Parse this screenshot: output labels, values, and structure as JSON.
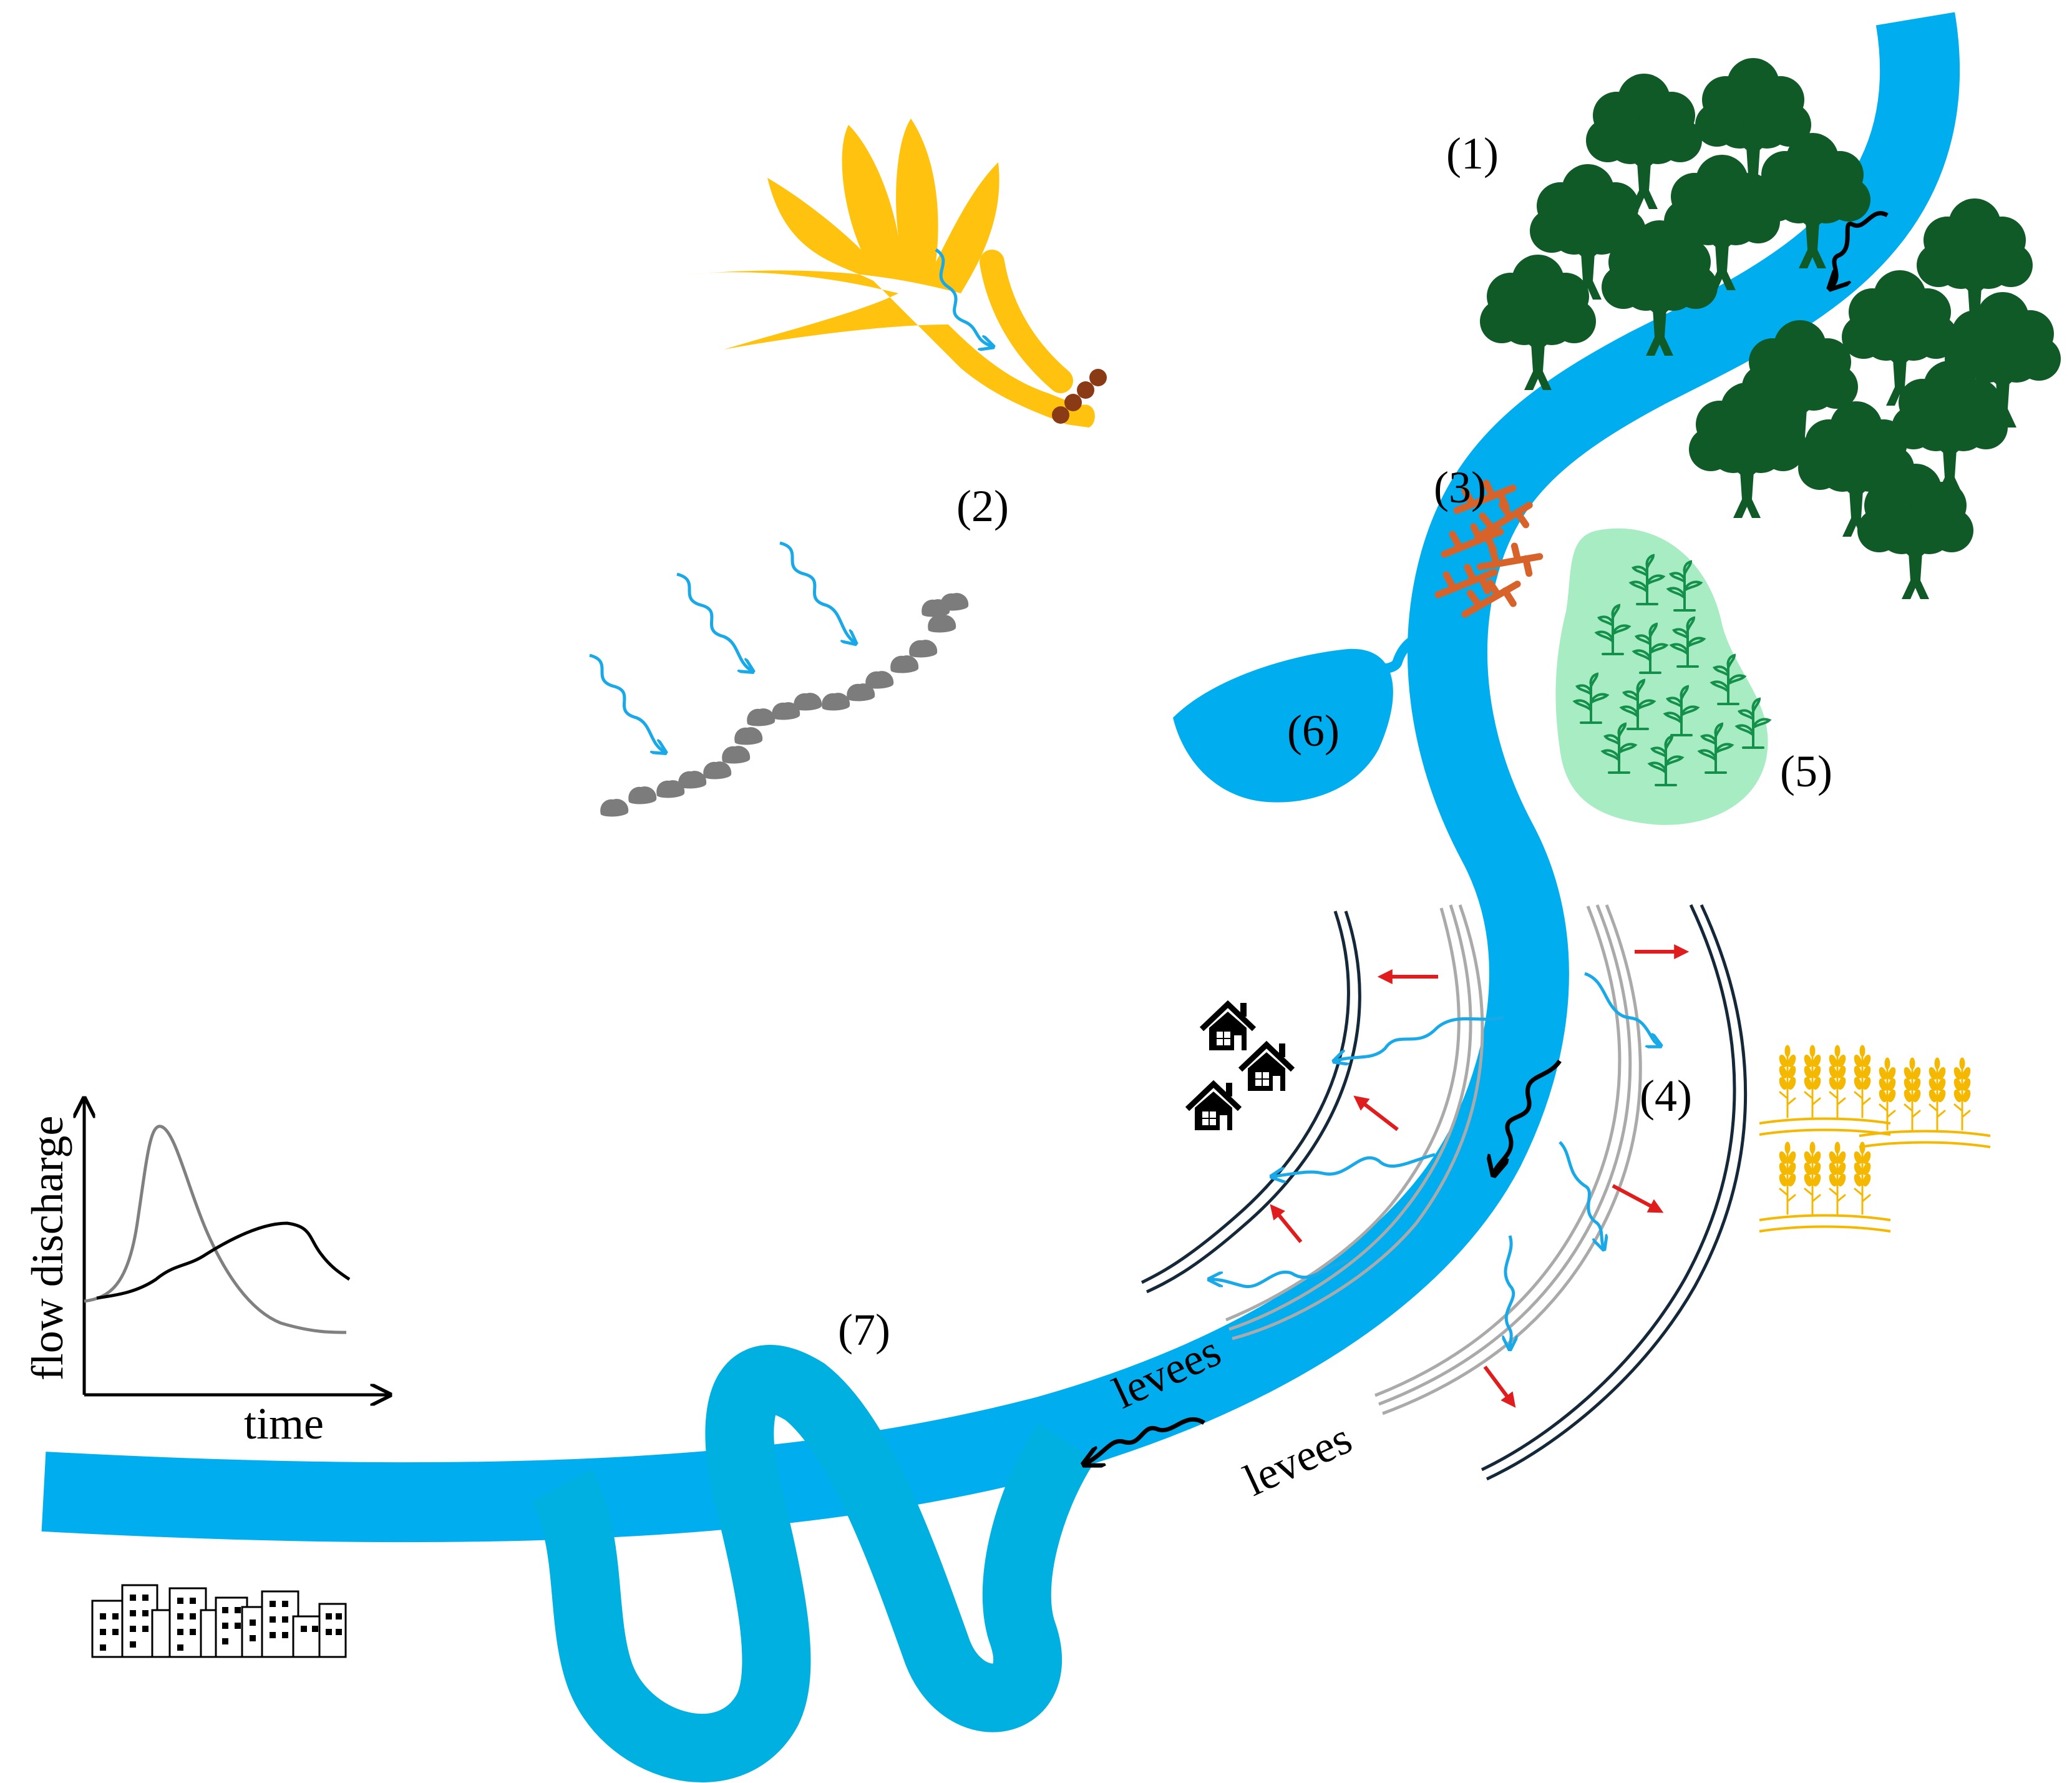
{
  "labels": {
    "n1": "(1)",
    "n2": "(2)",
    "n3": "(3)",
    "n4": "(4)",
    "n5": "(5)",
    "n6": "(6)",
    "n7": "(7)",
    "levees_left": "levees",
    "levees_right": "levees"
  },
  "hydrograph": {
    "ylabel": "flow discharge",
    "xlabel": "time"
  },
  "colors": {
    "river": "#00aeef",
    "meander": "#00b0e0",
    "trees": "#0f5a26",
    "wetland": "#a8ecc4",
    "wetland_plants": "#14904a",
    "woody_debris": "#d8632a",
    "channel_network": "#ffc20e",
    "check_dams": "#8b3a16",
    "stones": "#7c7c7c",
    "red_arrows": "#e01c1c",
    "crops": "#f5b800",
    "levee_outer": "#14283a",
    "levee_inner": "#aaaaaa"
  }
}
